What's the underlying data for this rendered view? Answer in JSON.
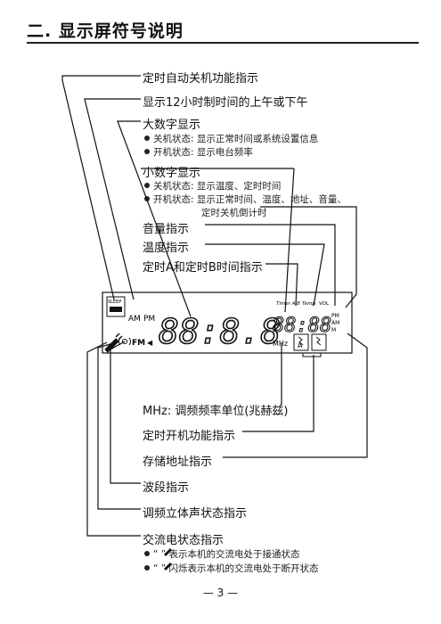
{
  "title": "二. 显示屏符号说明",
  "labels": {
    "timer_auto_off": "定时自动关机功能指示",
    "am_pm": "显示12小时制时间的上午或下午",
    "big_digits": "大数字显示",
    "small_digits": "小数字显示",
    "volume": "音量指示",
    "temperature": "温度指示",
    "timer_ab": "定时A和定时B时间指示",
    "mhz": "MHz: 调频频率单位(兆赫兹)",
    "timer_on": "定时开机功能指示",
    "memory": "存储地址指示",
    "band": "波段指示",
    "stereo": "调频立体声状态指示",
    "ac_power": "交流电状态指示"
  },
  "big_digits_notes": [
    "关机状态:  显示正常时间或系统设置信息",
    "开机状态:  显示电台频率"
  ],
  "small_digits_notes": [
    "关机状态:  显示温度、定时时间",
    "开机状态:  显示正常时间、温度、地址、音量、",
    "定时关机倒计时"
  ],
  "ac_notes": [
    "“ ” 表示本机的交流电处于接通状态",
    "“ ” 闪烁表示本机的交流电处于断开状态"
  ],
  "display": {
    "sleep": "SLEEP",
    "am": "AM",
    "pm": "PM",
    "timer_ab": "Timer A B",
    "temp": "Temp.",
    "vol": "VOL",
    "pm_small": "PM",
    "am_small": "AM",
    "m": "M",
    "fm": "FM",
    "mhz": "MHz",
    "memory_a": "A",
    "big_digits": "88:8.8",
    "small_digits": "88:88"
  },
  "page_number": "— 3 —"
}
